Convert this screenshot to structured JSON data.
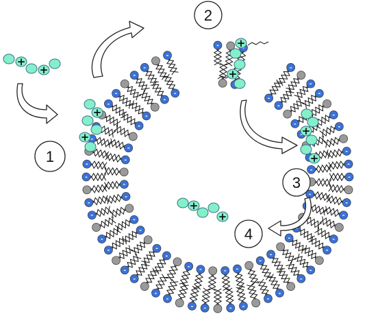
{
  "diagram": {
    "steps": [
      {
        "label": "1"
      },
      {
        "label": "2"
      },
      {
        "label": "3"
      },
      {
        "label": "4"
      }
    ],
    "peptide_charge_symbol": "+",
    "headgroup_charge_symbol": "-",
    "colors": {
      "peptide_bead": "#84f0c8",
      "peptide_outline": "#3a6f8f",
      "anionic_head": "#3b72d8",
      "neutral_head": "#9a9a9a",
      "tail": "#111111",
      "arrow_fill": "#ffffff",
      "arrow_stroke": "#222222"
    }
  }
}
